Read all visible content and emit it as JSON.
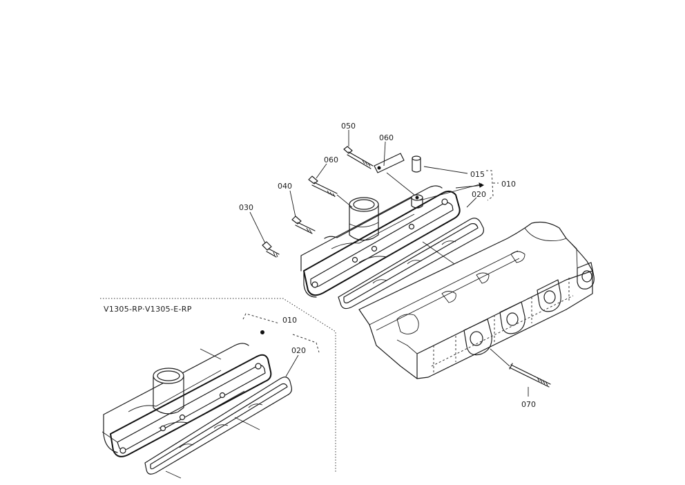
{
  "labels": {
    "p050": "050",
    "p060a": "060",
    "p060b": "060",
    "p015": "015",
    "p010": "010",
    "p040": "040",
    "p020": "020",
    "p030": "030",
    "p070": "070",
    "inset_header": "V1305-RP·V1305-E-RP",
    "inset_010": "010",
    "inset_020": "020"
  }
}
